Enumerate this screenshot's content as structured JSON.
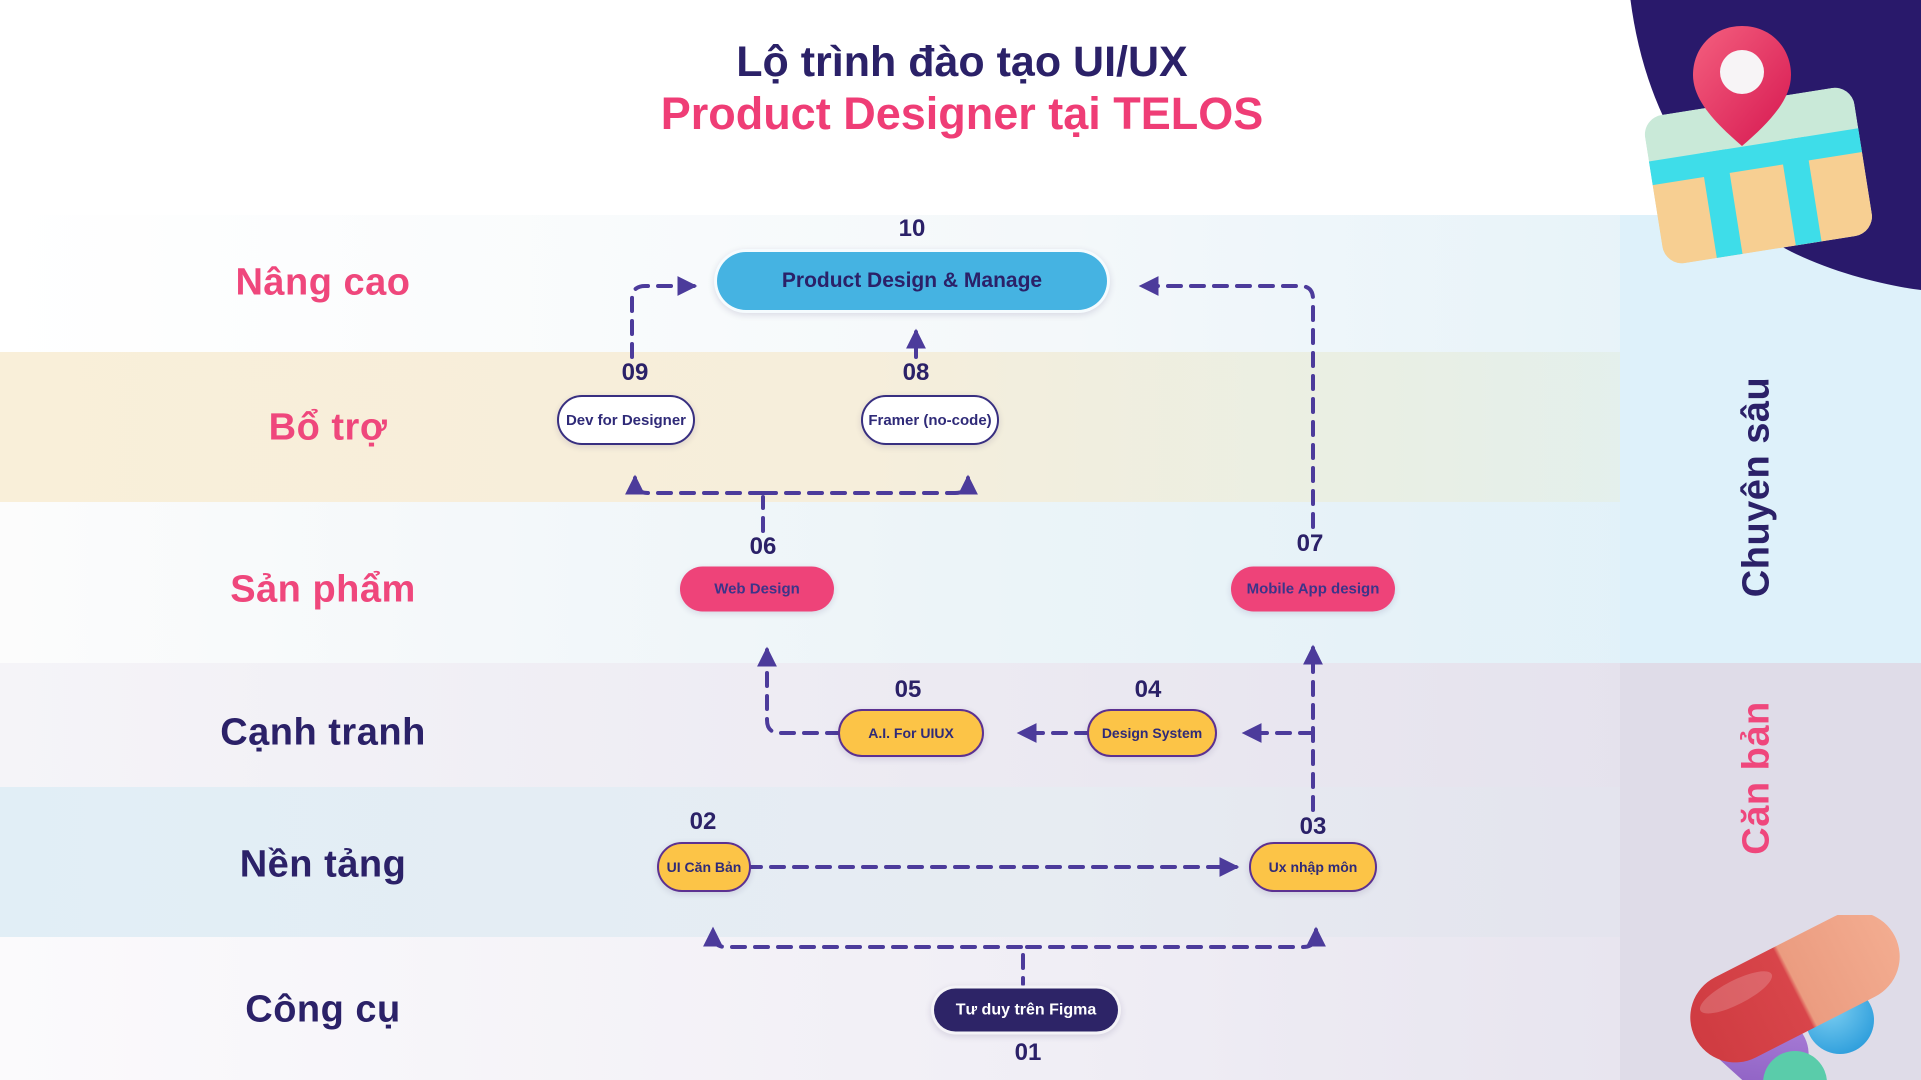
{
  "title": {
    "line1": "Lộ trình đào tạo UI/UX",
    "line2": "Product Designer tại TELOS"
  },
  "rows": [
    {
      "label": "Nâng cao"
    },
    {
      "label": "Bổ trợ"
    },
    {
      "label": "Sản phẩm"
    },
    {
      "label": "Cạnh tranh"
    },
    {
      "label": "Nền tảng"
    },
    {
      "label": "Công cụ"
    }
  ],
  "side_labels": {
    "advanced": "Chuyên sâu",
    "basic": "Căn bản"
  },
  "nodes": [
    {
      "num": "01",
      "label": "Tư duy trên Figma"
    },
    {
      "num": "02",
      "label": "UI Căn Bản"
    },
    {
      "num": "03",
      "label": "Ux nhập môn"
    },
    {
      "num": "04",
      "label": "Design System"
    },
    {
      "num": "05",
      "label": "A.I. For UIUX"
    },
    {
      "num": "06",
      "label": "Web Design"
    },
    {
      "num": "07",
      "label": "Mobile App design"
    },
    {
      "num": "08",
      "label": "Framer (no-code)"
    },
    {
      "num": "09",
      "label": "Dev for Designer"
    },
    {
      "num": "10",
      "label": "Product Design & Manage"
    }
  ],
  "icons": [
    {
      "name": "map-pin-icon"
    },
    {
      "name": "figma-3d-icon"
    }
  ],
  "colors": {
    "navy": "#2b2168",
    "pink": "#ef477c",
    "node_blue": "#45b3e2",
    "node_pink": "#ee4379",
    "node_yellow": "#fcc447",
    "node_navy": "#2d2467",
    "connector_purple": "#4c3b9b",
    "band_cream": "#f9efd9",
    "band_lightblue": "#def1fa",
    "band_lavender": "#dfdce8"
  }
}
